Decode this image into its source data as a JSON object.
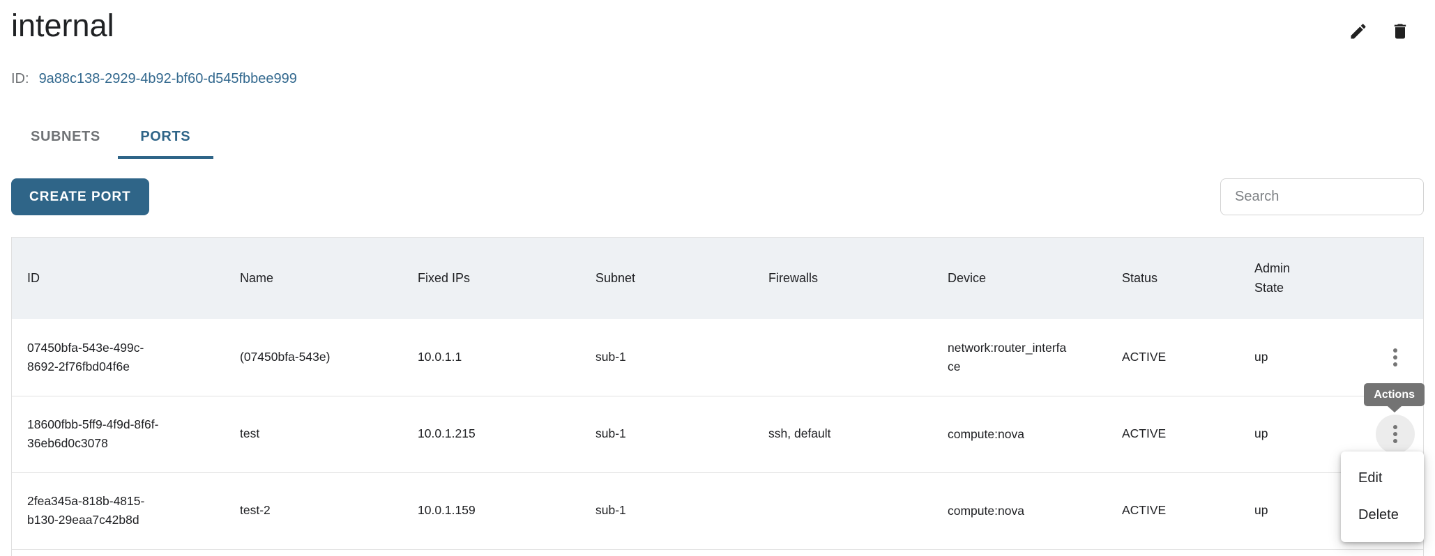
{
  "network": {
    "title": "internal",
    "id_label": "ID:",
    "id_value": "9a88c138-2929-4b92-bf60-d545fbbee999"
  },
  "tabs": [
    {
      "label": "SUBNETS",
      "active": false
    },
    {
      "label": "PORTS",
      "active": true
    }
  ],
  "toolbar": {
    "create_button": "CREATE PORT",
    "search_placeholder": "Search"
  },
  "table": {
    "columns": [
      "ID",
      "Name",
      "Fixed IPs",
      "Subnet",
      "Firewalls",
      "Device",
      "Status",
      "Admin State"
    ],
    "rows": [
      {
        "id": "07450bfa-543e-499c-8692-2f76fbd04f6e",
        "name": "(07450bfa-543e)",
        "fixed_ips": "10.0.1.1",
        "subnet": "sub-1",
        "firewalls": "",
        "device": "network:router_interface",
        "status": "ACTIVE",
        "admin_state": "up"
      },
      {
        "id": "18600fbb-5ff9-4f9d-8f6f-36eb6d0c3078",
        "name": "test",
        "fixed_ips": "10.0.1.215",
        "subnet": "sub-1",
        "firewalls": "ssh, default",
        "device": "compute:nova",
        "status": "ACTIVE",
        "admin_state": "up"
      },
      {
        "id": "2fea345a-818b-4815-b130-29eaa7c42b8d",
        "name": "test-2",
        "fixed_ips": "10.0.1.159",
        "subnet": "sub-1",
        "firewalls": "",
        "device": "compute:nova",
        "status": "ACTIVE",
        "admin_state": "up"
      }
    ]
  },
  "tooltip": {
    "label": "Actions"
  },
  "menu": {
    "items": [
      "Edit",
      "Delete"
    ]
  },
  "icons": {
    "edit": "pencil-icon",
    "delete": "trash-icon",
    "row_actions": "kebab-icon"
  },
  "colors": {
    "accent": "#2f6588",
    "link": "#32688e",
    "table_header_bg": "#eef1f4",
    "divider": "#e0e0e0",
    "tooltip_bg": "#737373"
  }
}
